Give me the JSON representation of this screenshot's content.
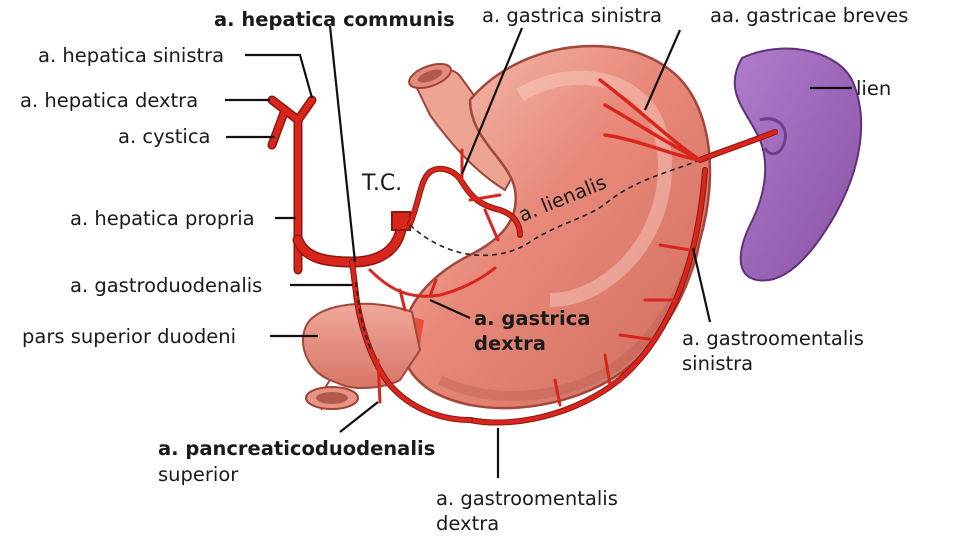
{
  "labels": {
    "hepatica_communis": "a. hepatica communis",
    "gastrica_sinistra": "a. gastrica sinistra",
    "gastricae_breves": "aa. gastricae breves",
    "hepatica_sinistra": "a. hepatica sinistra",
    "hepatica_dextra": "a. hepatica dextra",
    "cystica": "a. cystica",
    "lien": "lien",
    "tc": "T.C.",
    "lienalis": "a. lienalis",
    "hepatica_propria": "a. hepatica propria",
    "gastroduodenalis": "a. gastroduodenalis",
    "gastrica_dextra_1": "a. gastrica",
    "gastrica_dextra_2": "dextra",
    "pars_superior": "pars superior duodeni",
    "gastroomentalis_sin_1": "a. gastroomentalis",
    "gastroomentalis_sin_2": "sinistra",
    "pancreaticoduodenalis_1": "a. pancreaticoduodenalis",
    "pancreaticoduodenalis_2": "superior",
    "gastroomentalis_dex_1": "a. gastroomentalis",
    "gastroomentalis_dex_2": "dextra"
  },
  "colors": {
    "artery": "#d9261c",
    "stomach": "#e8897a",
    "stomach_light": "#f4b8a8",
    "stomach_shadow": "#c9655a",
    "spleen": "#9b63b5",
    "spleen_dark": "#6e3d8f",
    "text": "#1a1a1a"
  }
}
